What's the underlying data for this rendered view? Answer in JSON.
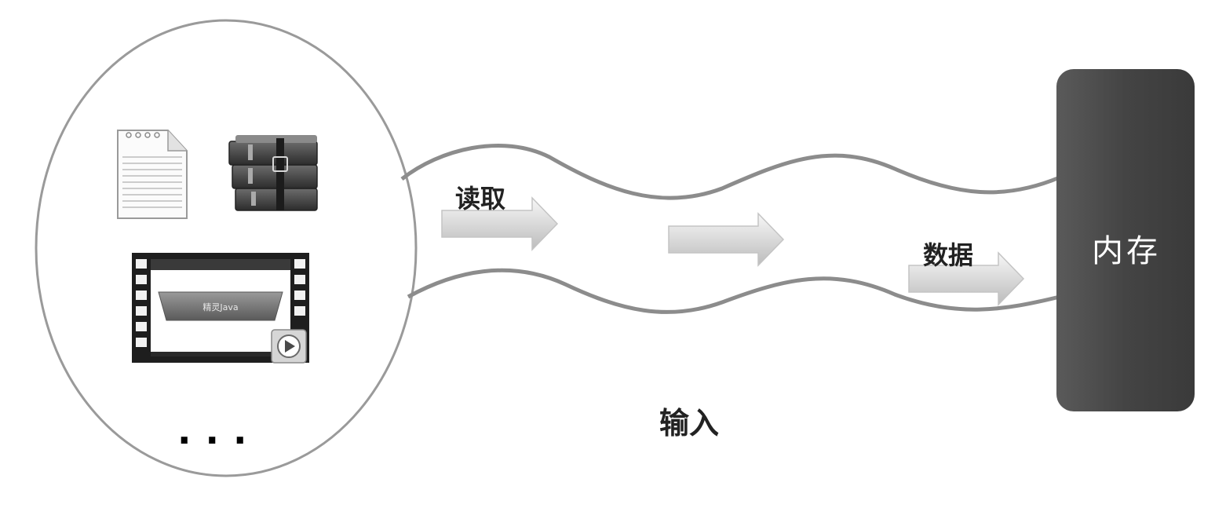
{
  "diagram": {
    "read_label": "读取",
    "data_label": "数据",
    "input_label": "输入",
    "memory_label": "内存",
    "more_label": "...",
    "video_banner_text": "精灵Java",
    "colors": {
      "memory_fill": "#4a4a4a",
      "stream_line": "#8c8c8c",
      "circle_stroke": "#9a9a9a",
      "arrow_fill_light": "#f3f3f3",
      "arrow_fill_dark": "#bdbdbd"
    },
    "icons": [
      "text-file-icon",
      "archive-books-icon",
      "video-file-icon"
    ]
  }
}
